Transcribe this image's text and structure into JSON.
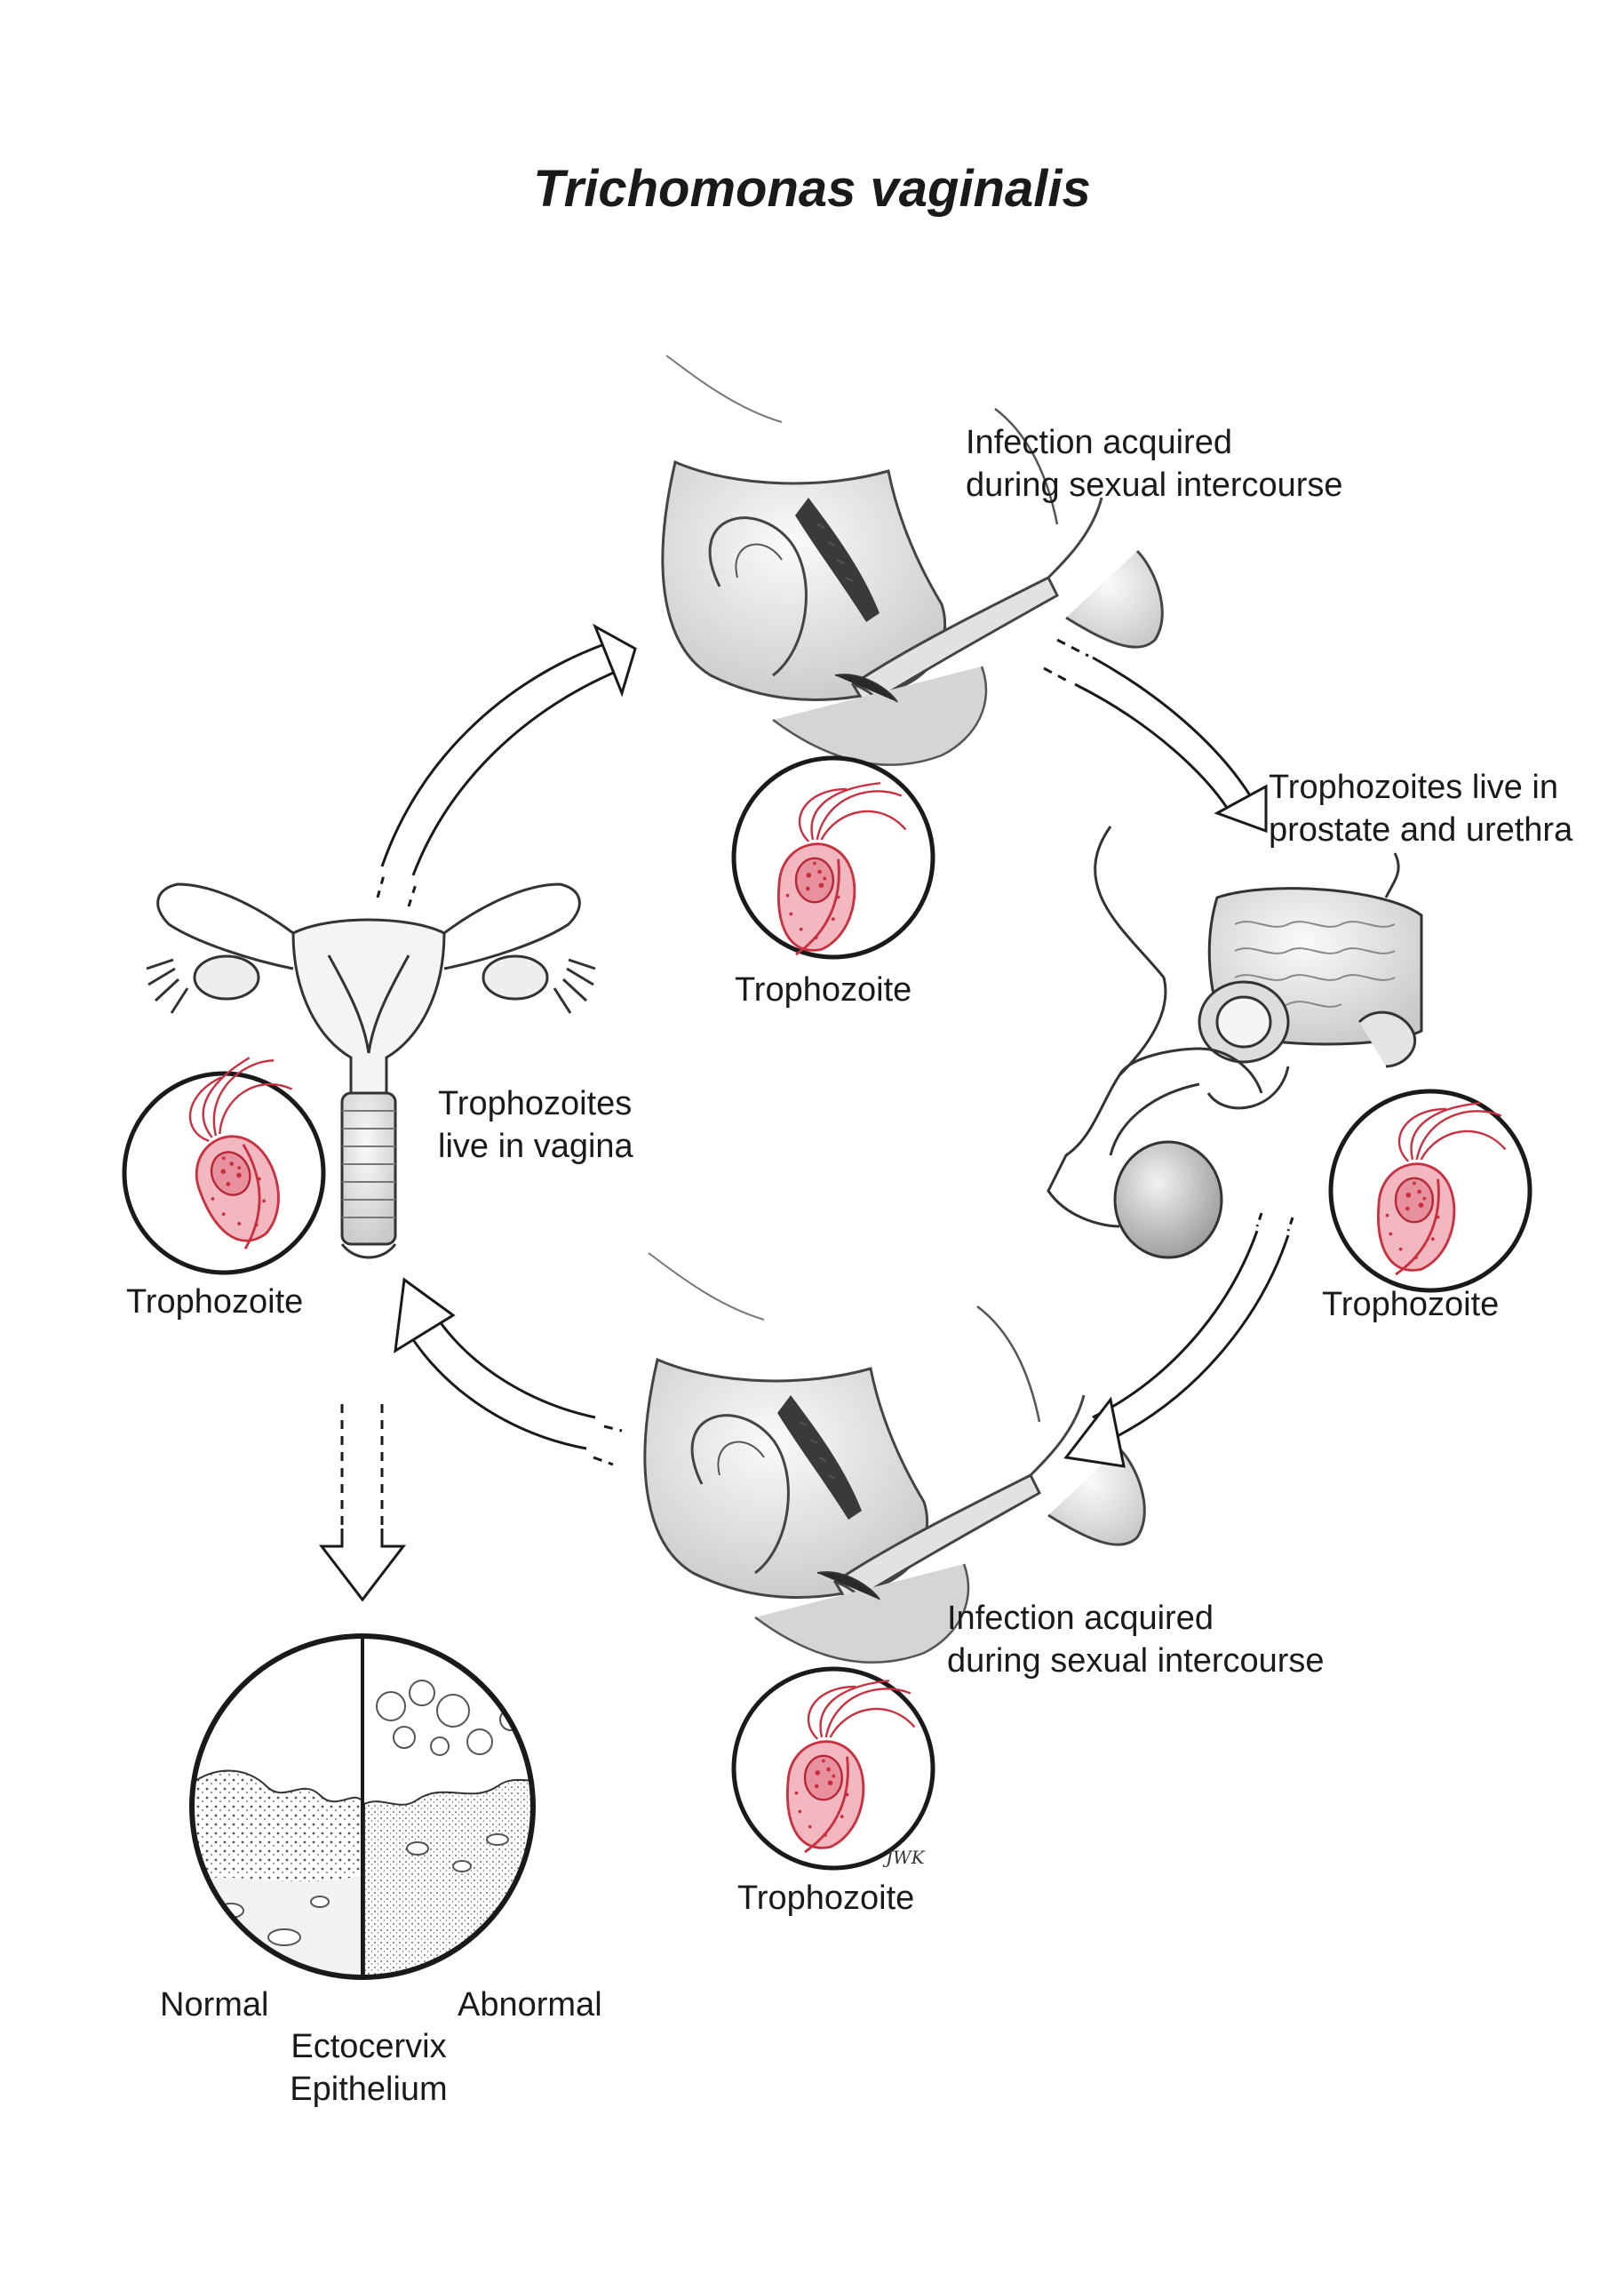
{
  "title": "Trichomonas vaginalis",
  "labels": {
    "top_infection": [
      "Infection acquired",
      "during sexual intercourse"
    ],
    "male_trophozoites": [
      "Trophozoites live in",
      "prostate and urethra"
    ],
    "bottom_infection": [
      "Infection acquired",
      "during sexual intercourse"
    ],
    "female_trophozoites": [
      "Trophozoites",
      "live in vagina"
    ],
    "trophozoite": "Trophozoite",
    "normal": "Normal",
    "abnormal": "Abnormal",
    "tissue": [
      "Ectocervix",
      "Epithelium"
    ]
  },
  "artist_initials": "JWK",
  "colors": {
    "organism_fill": "#f3b7bf",
    "organism_stroke": "#c8303f",
    "line": "#333333",
    "tissue_fill": "#d7d7d7"
  }
}
